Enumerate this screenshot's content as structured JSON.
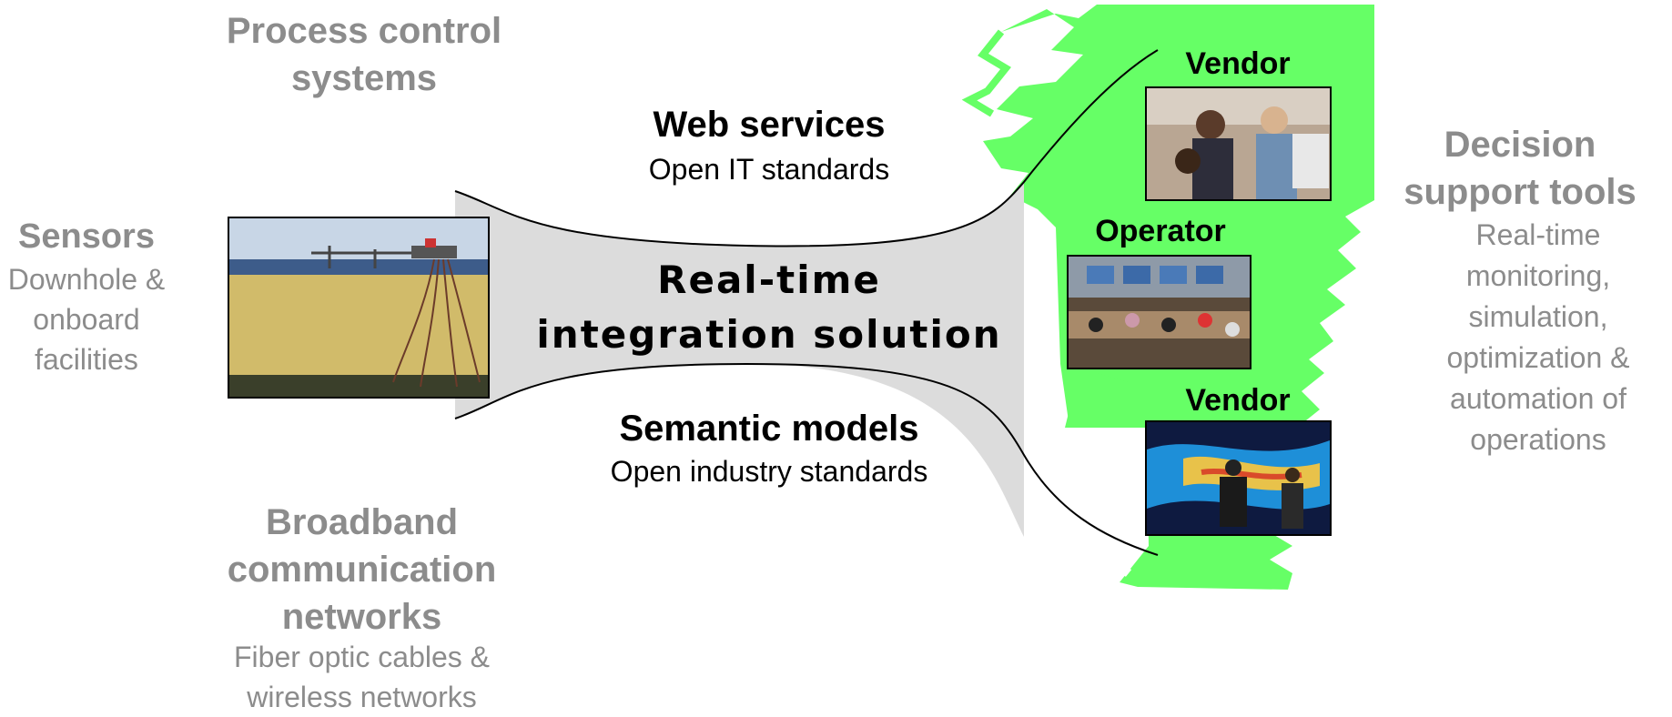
{
  "left": {
    "process_title": "Process control systems",
    "sensors_title": "Sensors",
    "sensors_sub": "Downhole & onboard facilities",
    "broadband_title": "Broadband communication networks",
    "broadband_sub": "Fiber optic cables & wireless networks"
  },
  "center": {
    "web_title": "Web services",
    "web_sub": "Open IT standards",
    "integration": "Real-time integration solution",
    "semantic_title": "Semantic models",
    "semantic_sub": "Open industry standards"
  },
  "right": {
    "vendor_top": "Vendor",
    "operator": "Operator",
    "vendor_bottom": "Vendor",
    "decision_title": "Decision support tools",
    "decision_sub": "Real-time monitoring, simulation, optimization & automation of operations"
  },
  "colors": {
    "grey_text": "#8c8c8c",
    "funnel_fill": "#dcdcdc",
    "map_green": "#66ff66"
  },
  "icons": [
    "offshore-platform-image",
    "vendor-meeting-photo",
    "operator-control-room-photo",
    "vendor-visualization-photo",
    "norway-coast-map"
  ]
}
